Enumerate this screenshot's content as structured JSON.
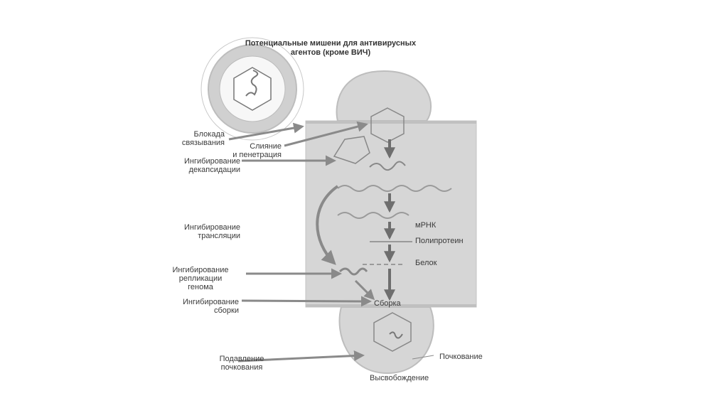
{
  "title": "Потенциальные мишени для антивирусных\nагентов (кроме ВИЧ)",
  "labels": {
    "binding": "Блокада\nсвязывания",
    "fusion": "Слияние\nи пенетрация",
    "uncoating": "Ингибирование\nдекапсидации",
    "translation": "Ингибирование\nтрансляции",
    "replication": "Ингибирование\nрепликации\nгенома",
    "assembly_inhibit": "Ингибирование\nсборки",
    "budding_suppress": "Подавление\nпочкования",
    "mrna": "мРНК",
    "polyprotein": "Полипротеин",
    "protein": "Белок",
    "assembly": "Сборка",
    "budding": "Почкование",
    "release": "Высвобождение"
  },
  "colors": {
    "cell": "#d6d6d6",
    "membrane": "#b8b8b8",
    "arrow": "#8a8a8a",
    "dark_arrow": "#6e6e6e",
    "text": "#3a3a3a"
  }
}
